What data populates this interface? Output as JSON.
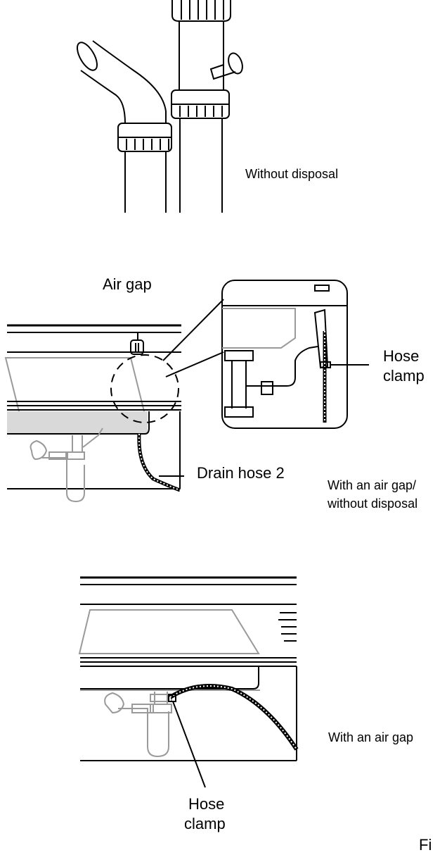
{
  "labels": {
    "without_disposal": "Without disposal",
    "air_gap": "Air gap",
    "hose_clamp_1_line1": "Hose",
    "hose_clamp_1_line2": "clamp",
    "drain_hose_2": "Drain hose 2",
    "with_air_gap_without_disposal_line1": "With an air gap/",
    "with_air_gap_without_disposal_line2": "without disposal",
    "with_air_gap": "With an air gap",
    "hose_clamp_2_line1": "Hose",
    "hose_clamp_2_line2": "clamp",
    "figure_partial": "Fi"
  },
  "colors": {
    "line": "#000000",
    "counter_fill": "#d9d9d9",
    "light_line": "#9a9a9a",
    "background": "#ffffff"
  }
}
